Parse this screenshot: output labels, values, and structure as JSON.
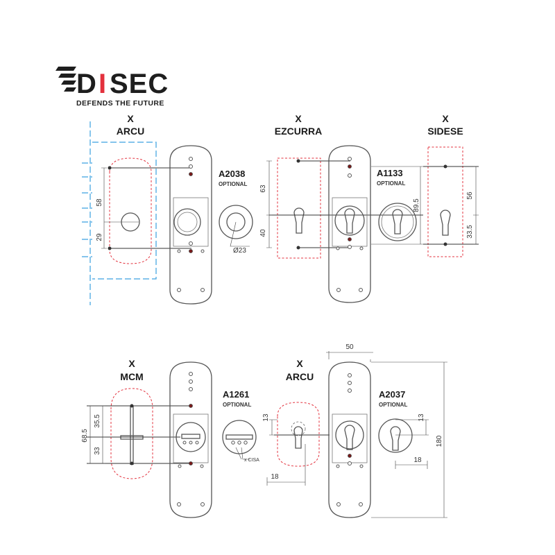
{
  "brand": {
    "name_left": "D",
    "name_red": "I",
    "name_right": "SEC",
    "tagline": "DEFENDS THE FUTURE",
    "colors": {
      "accent": "#e3313d",
      "dark": "#1e1e1e"
    }
  },
  "top_row": {
    "arcu": {
      "x_mark": "X",
      "name": "ARCU",
      "dims": [
        "58",
        "29"
      ]
    },
    "a2038": {
      "code": "A2038",
      "note": "OPTIONAL",
      "diameter": "Ø23"
    },
    "ezcurra": {
      "x_mark": "X",
      "name": "EZCURRA",
      "dims": [
        "63",
        "40"
      ]
    },
    "a1133": {
      "code": "A1133",
      "note": "OPTIONAL",
      "dim": "89.5"
    },
    "sidese": {
      "x_mark": "X",
      "name": "SIDESE",
      "dims": [
        "56",
        "33.5"
      ]
    }
  },
  "bottom_row": {
    "mcm": {
      "x_mark": "X",
      "name": "MCM",
      "dims": [
        "68.5",
        "35.5",
        "33"
      ]
    },
    "a1261": {
      "code": "A1261",
      "note": "OPTIONAL",
      "annotation": "x CISA"
    },
    "arcu": {
      "x_mark": "X",
      "name": "ARCU",
      "dims": [
        "13",
        "18"
      ]
    },
    "plate": {
      "width": "50",
      "height": "180"
    },
    "a2037": {
      "code": "A2037",
      "note": "OPTIONAL",
      "dims": [
        "13",
        "18"
      ]
    }
  },
  "line_colors": {
    "red_outline": "#e3313d",
    "blue_outline": "#3aa0e0",
    "drawing": "#555555"
  }
}
